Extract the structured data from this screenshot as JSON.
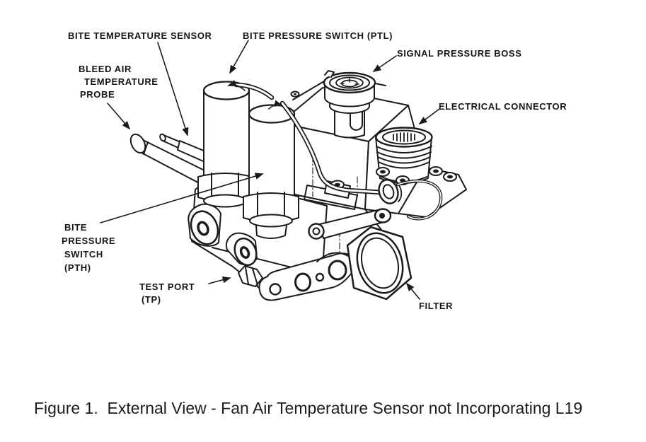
{
  "figure": {
    "caption": "Figure 1.  External View - Fan Air Temperature Sensor not Incorporating L19"
  },
  "colors": {
    "background": "#ffffff",
    "line": "#1b1b1b",
    "label_text": "#161616",
    "caption_text": "#1c1c1c"
  },
  "callouts": {
    "bite_temperature_sensor": "BITE TEMPERATURE SENSOR",
    "bite_pressure_switch_ptl": "BITE PRESSURE SWITCH (PTL)",
    "signal_pressure_boss": "SIGNAL PRESSURE BOSS",
    "bleed_air_temperature_probe": {
      "line1": "BLEED AIR",
      "line2": "TEMPERATURE",
      "line3": "PROBE"
    },
    "electrical_connector": "ELECTRICAL CONNECTOR",
    "bite_pressure_switch_pth": {
      "line1": "BITE",
      "line2": "PRESSURE",
      "line3": "SWITCH",
      "line4": "(PTH)"
    },
    "test_port": {
      "line1": "TEST PORT",
      "line2": "(TP)"
    },
    "filter": "FILTER"
  }
}
